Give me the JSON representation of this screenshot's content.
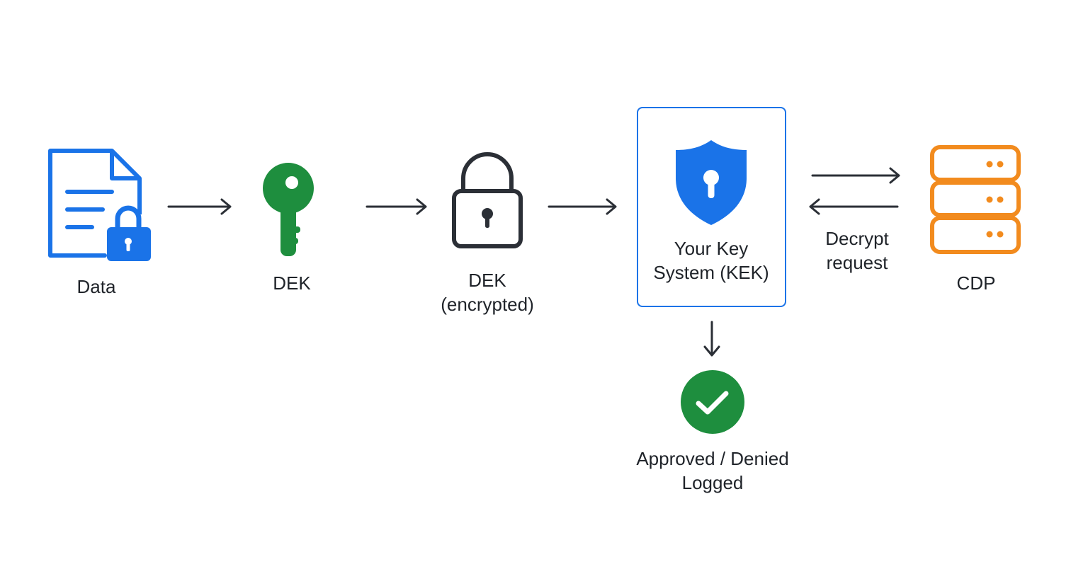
{
  "nodes": {
    "data": {
      "label": "Data",
      "icon": "encrypted-document-icon",
      "color": "#1a73e8"
    },
    "dek": {
      "label": "DEK",
      "icon": "key-icon",
      "color": "#1e8e3e"
    },
    "dek_encrypted": {
      "label_line1": "DEK",
      "label_line2": "(encrypted)",
      "icon": "padlock-icon",
      "color": "#2b2f36"
    },
    "kek": {
      "label_line1": "Your Key",
      "label_line2": "System (KEK)",
      "icon": "shield-keyhole-icon",
      "color": "#1a73e8"
    },
    "cdp": {
      "label": "CDP",
      "icon": "server-stack-icon",
      "color": "#f28b1e"
    },
    "log": {
      "label_line1": "Approved / Denied",
      "label_line2": "Logged",
      "icon": "check-circle-icon",
      "color": "#1e8e3e"
    }
  },
  "edges": {
    "decrypt_request": {
      "label_line1": "Decrypt",
      "label_line2": "request"
    }
  }
}
